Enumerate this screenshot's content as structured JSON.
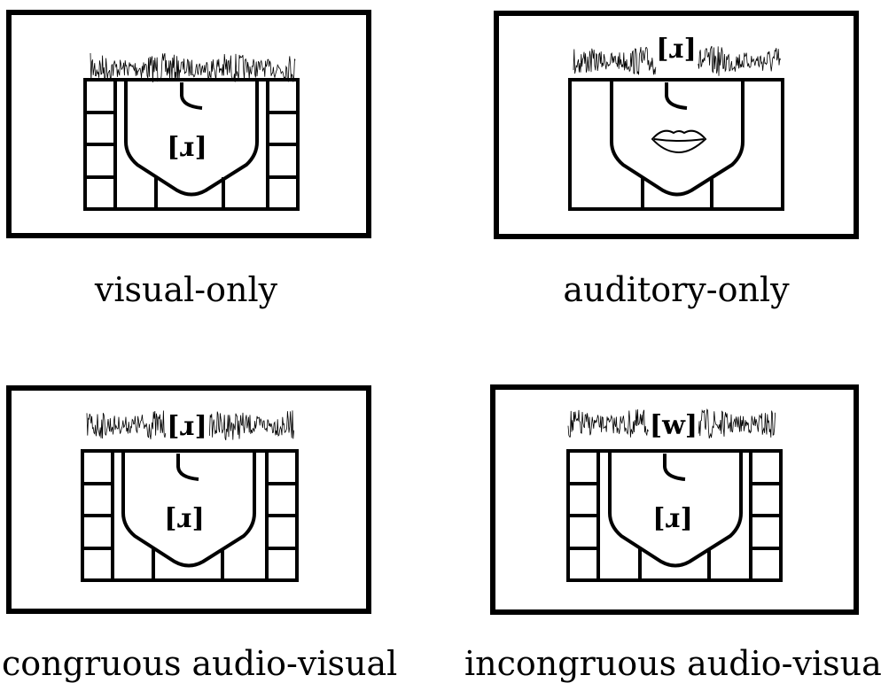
{
  "panels": [
    {
      "id": "visual-only",
      "caption": "visual-only",
      "audio_symbol": "",
      "visual_symbol": "[ɹ]",
      "has_film_strip": true,
      "shows_mouth": false
    },
    {
      "id": "auditory-only",
      "caption": "auditory-only",
      "audio_symbol": "[ɹ]",
      "visual_symbol": "",
      "has_film_strip": false,
      "shows_mouth": true
    },
    {
      "id": "congruous",
      "caption": "congruous audio-visual",
      "audio_symbol": "[ɹ]",
      "visual_symbol": "[ɹ]",
      "has_film_strip": true,
      "shows_mouth": false
    },
    {
      "id": "incongruous",
      "caption": "incongruous audio-visual",
      "audio_symbol": "[w]",
      "visual_symbol": "[ɹ]",
      "has_film_strip": true,
      "shows_mouth": false
    }
  ]
}
